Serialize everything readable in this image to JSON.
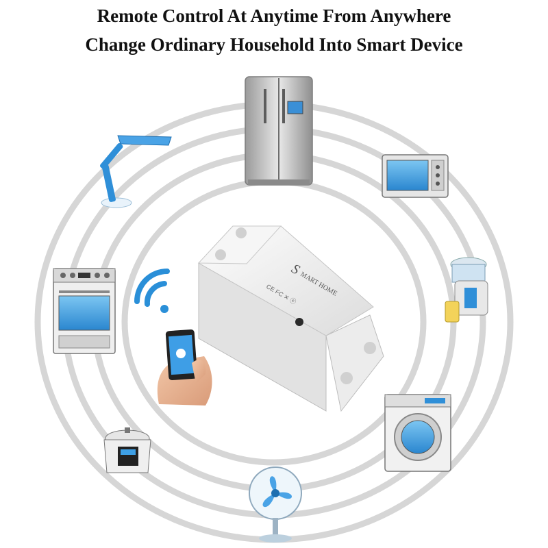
{
  "headline": {
    "line1": "Remote Control At Anytime From Anywhere",
    "line2": "Change Ordinary Household Into Smart Device"
  },
  "device": {
    "brand_s": "S",
    "brand_text": "MART HOME",
    "cert_marks": "CE FC ✕ ⓔ"
  },
  "appliances": [
    "desk-lamp",
    "refrigerator",
    "microwave",
    "juicer",
    "washing-machine",
    "electric-fan",
    "rice-cooker",
    "oven",
    "smartphone"
  ],
  "colors": {
    "ring": "#d6d6d6",
    "accent_blue": "#2e8fd8",
    "screen_blue": "#3ea0e6",
    "device_white": "#f4f4f4"
  }
}
